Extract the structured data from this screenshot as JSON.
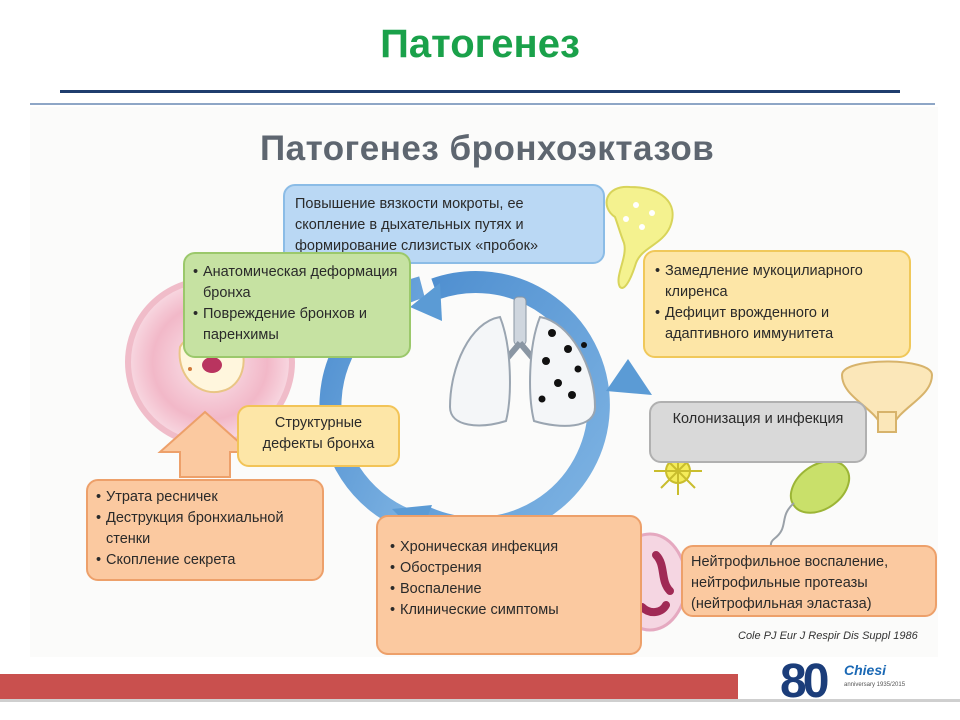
{
  "slide_title": "Патогенез",
  "diagram_title": "Патогенез бронхоэктазов",
  "boxes": {
    "viscosity": "Повышение вязкости мокроты, ее скопление в дыхательных путях и формирование слизистых «пробок»",
    "anatomic": [
      "Анатомическая деформация бронха",
      "Повреждение бронхов и паренхимы"
    ],
    "clearance": [
      "Замедление мукоцилиарного клиренса",
      "Дефицит врожденного и адаптивного иммунитета"
    ],
    "colonization": "Колонизация и инфекция",
    "structural": "Структурные дефекты бронха",
    "cilia": [
      "Утрата ресничек",
      "Деструкция бронхиальной стенки",
      "Скопление секрета"
    ],
    "chronic": [
      "Хроническая инфекция",
      "Обострения",
      "Воспаление",
      "Клинические симптомы"
    ],
    "neutrophil": "Нейтрофильное воспаление, нейтрофильные протеазы (нейтрофильная эластаза)"
  },
  "citation": "Cole PJ Eur J Respir Dis Suppl 1986",
  "logo": {
    "number": "80",
    "brand": "Chiesi",
    "subtitle": "anniversary 1935/2015"
  },
  "colors": {
    "title_green": "#1aa14a",
    "rule_navy": "#1f3d6e",
    "footer_red": "#c9504e",
    "cycle_blue": "#5b9bd5"
  },
  "icons": [
    "lungs-icon",
    "bronchus-cross-section-icon",
    "mucus-drop-icon",
    "gland-icon",
    "bacterium-icon",
    "neutrophil-cell-icon"
  ]
}
